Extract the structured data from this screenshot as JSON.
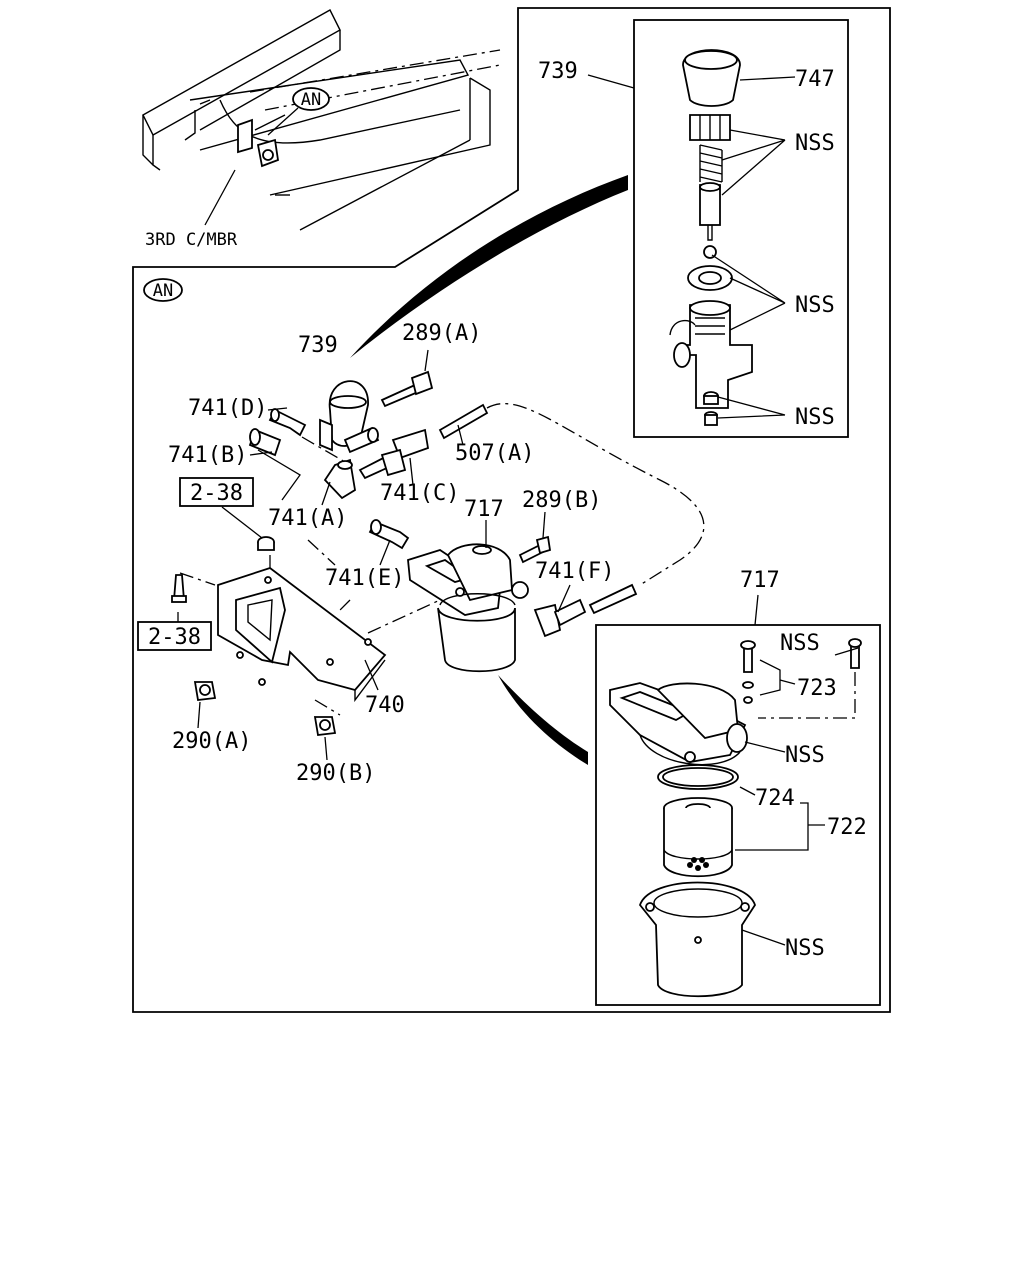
{
  "diagram": {
    "inset_frame_label": "3RD C/MBR",
    "view_tag": "AN",
    "main_view_tag": "AN",
    "labels": {
      "p739_top": "739",
      "p747": "747",
      "nss_1": "NSS",
      "nss_2": "NSS",
      "nss_3": "NSS",
      "p739_main": "739",
      "p289a": "289(A)",
      "p741d": "741(D)",
      "p741b": "741(B)",
      "p507a": "507(A)",
      "p741c": "741(C)",
      "p289b": "289(B)",
      "p717_main": "717",
      "p741a": "741(A)",
      "ref_2_38_a": "2-38",
      "ref_2_38_b": "2-38",
      "p741e": "741(E)",
      "p741f": "741(F)",
      "p717_detail": "717",
      "nss_4": "NSS",
      "p723": "723",
      "nss_5": "NSS",
      "p724": "724",
      "p722": "722",
      "nss_6": "NSS",
      "p740": "740",
      "p290a": "290(A)",
      "p290b": "290(B)"
    }
  }
}
